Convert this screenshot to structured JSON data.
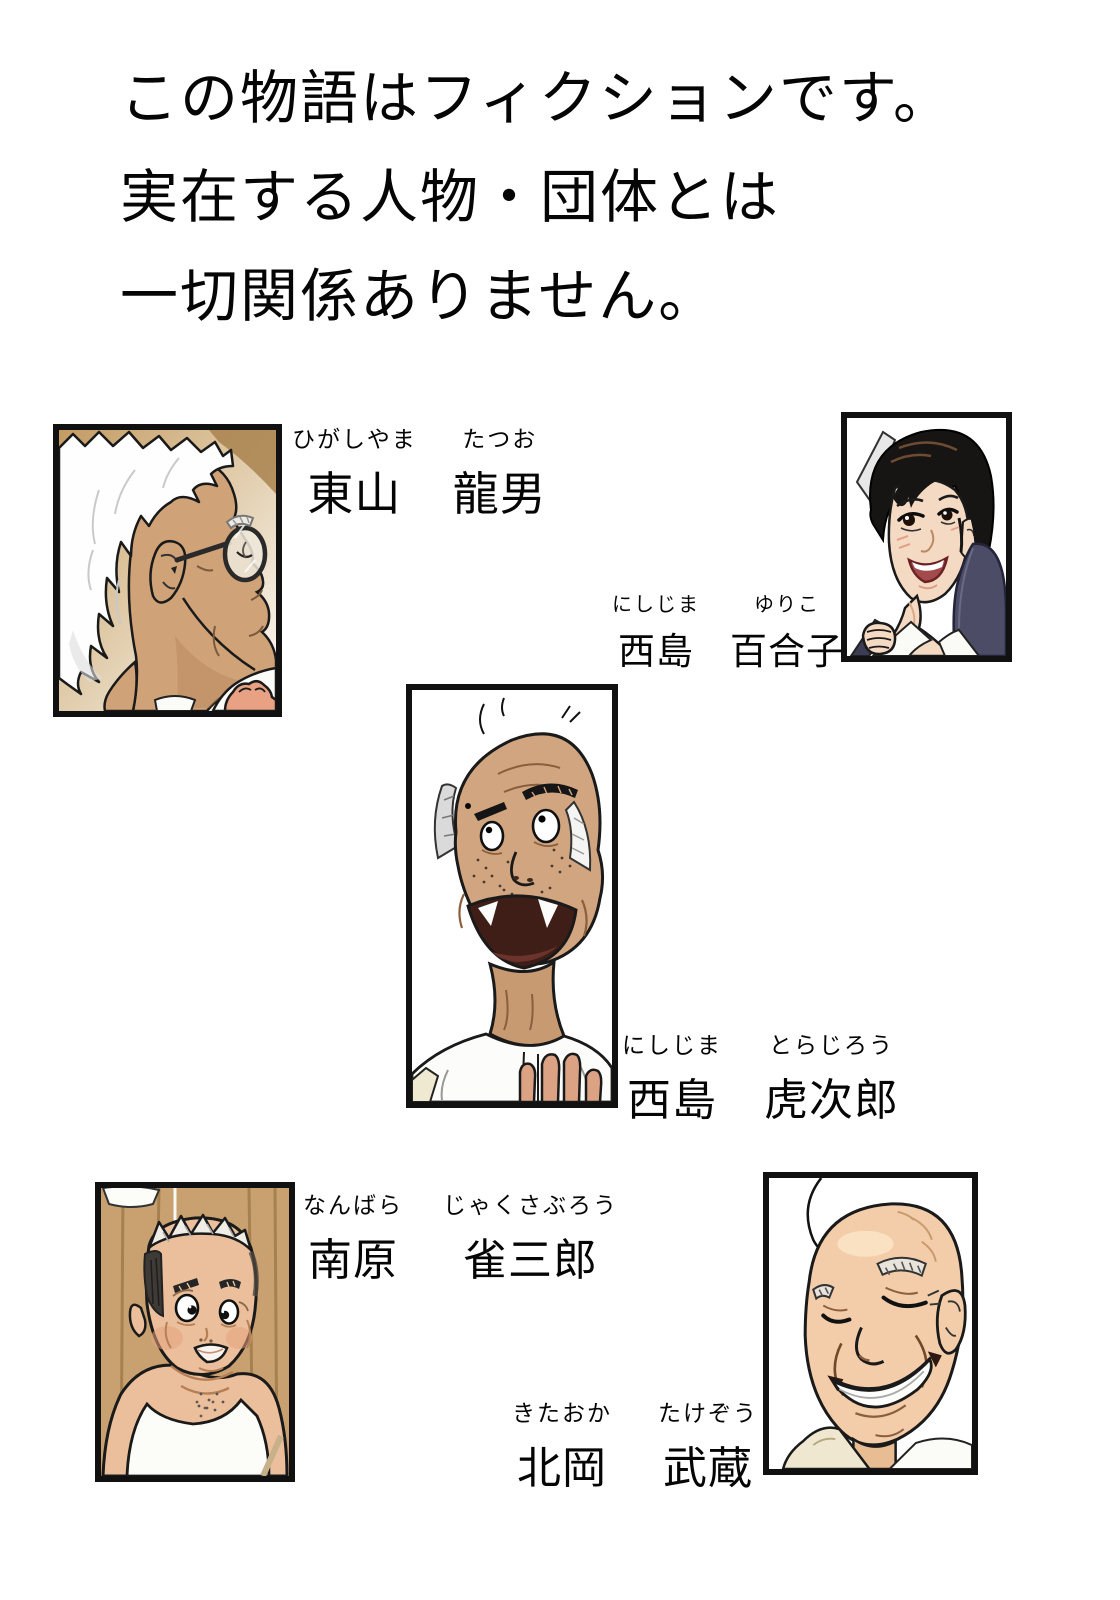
{
  "page": {
    "background_color": "#FFFFFF",
    "disclaimer": {
      "line1": "この物語はフィクションです。",
      "line2": "実在する人物・団体とは",
      "line3": "一切関係ありません。"
    }
  },
  "characters": [
    {
      "family": "東山",
      "given": "龍男",
      "family_kana": "ひがしやま",
      "given_kana": "たつお",
      "portrait": "elderly man in right-facing profile with messy white hair and black-framed glasses on a tan background"
    },
    {
      "family": "西島",
      "given": "百合子",
      "family_kana": "にしじま",
      "given_kana": "ゆりこ",
      "portrait": "smiling woman with a black bob haircut, earring, navy bag strap on her shoulder, hand gripping the strap"
    },
    {
      "family": "西島",
      "given": "虎次郎",
      "family_kana": "にしじま",
      "given_kana": "とらじろう",
      "portrait": "laughing man with balding head, gray side hair, wide round eyes, stubble and a huge open mouth, hand raised"
    },
    {
      "family": "南原",
      "given": "雀三郎",
      "family_kana": "なんばら",
      "given_kana": "じゃくさぶろう",
      "portrait": "heavyset man in a white tank top with short gray cropped hair and double chin, wooden wall background"
    },
    {
      "family": "北岡",
      "given": "武蔵",
      "family_kana": "きたおか",
      "given_kana": "たけぞう",
      "portrait": "bald old man laughing with closed eyes, bushy gray eyebrows, big toothy grin, cream collar"
    }
  ],
  "palette": {
    "frame_black": "#111111",
    "skin_tan": "#CFA278",
    "skin_light": "#F5DAC3",
    "skin_pale": "#F3CDA9",
    "hair_white": "#FEFEFE",
    "hair_black": "#171513",
    "bag_navy": "#4C4C66",
    "wood_tan": "#C9A170"
  }
}
